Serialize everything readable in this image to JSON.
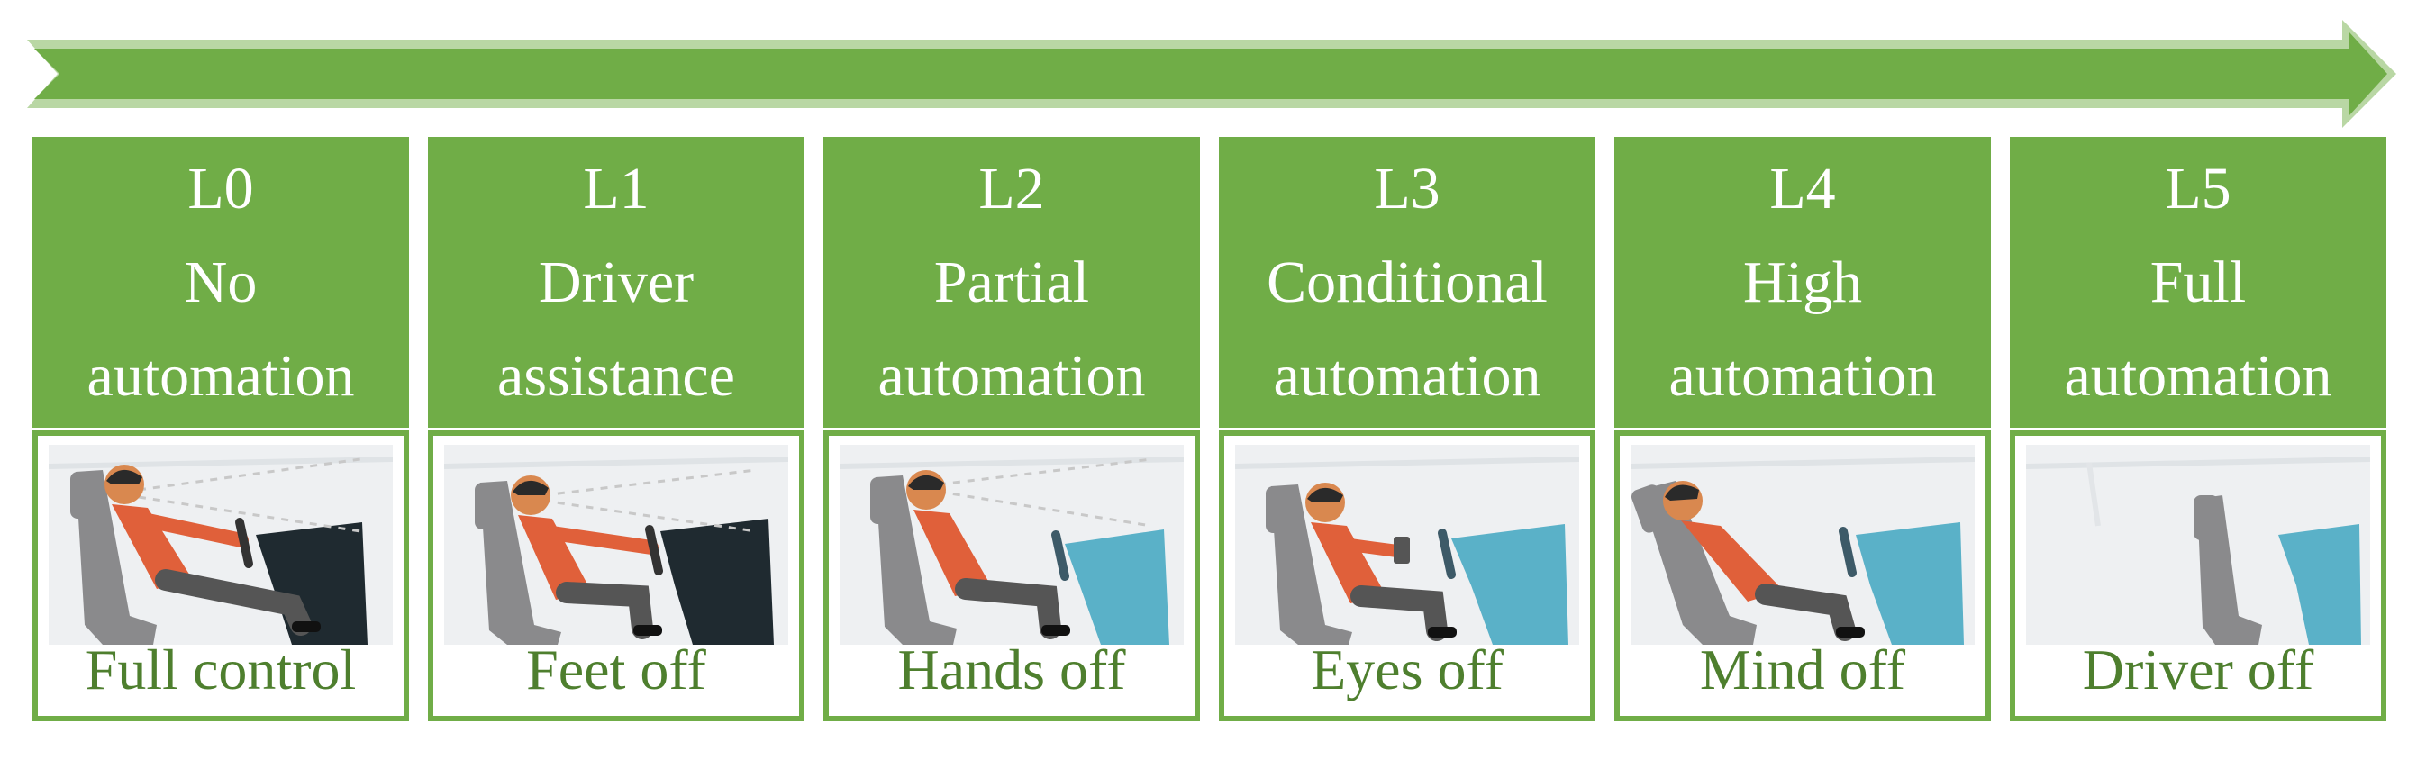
{
  "colors": {
    "green": "#70ad47",
    "caption_green": "#4e7f2e",
    "person": "#e0603a",
    "seat": "#8a8a8c",
    "dash_dark": "#1f2a30",
    "dash_blue": "#5ab1c8"
  },
  "arrow": {
    "icon": "arrow-right-icon"
  },
  "levels": [
    {
      "code": "L0",
      "line1": "No",
      "line2": "automation",
      "caption": "Full control"
    },
    {
      "code": "L1",
      "line1": "Driver",
      "line2": "assistance",
      "caption": "Feet off"
    },
    {
      "code": "L2",
      "line1": "Partial",
      "line2": "automation",
      "caption": "Hands off"
    },
    {
      "code": "L3",
      "line1": "Conditional",
      "line2": "automation",
      "caption": "Eyes off"
    },
    {
      "code": "L4",
      "line1": "High",
      "line2": "automation",
      "caption": "Mind off"
    },
    {
      "code": "L5",
      "line1": "Full",
      "line2": "automation",
      "caption": "Driver off"
    }
  ]
}
